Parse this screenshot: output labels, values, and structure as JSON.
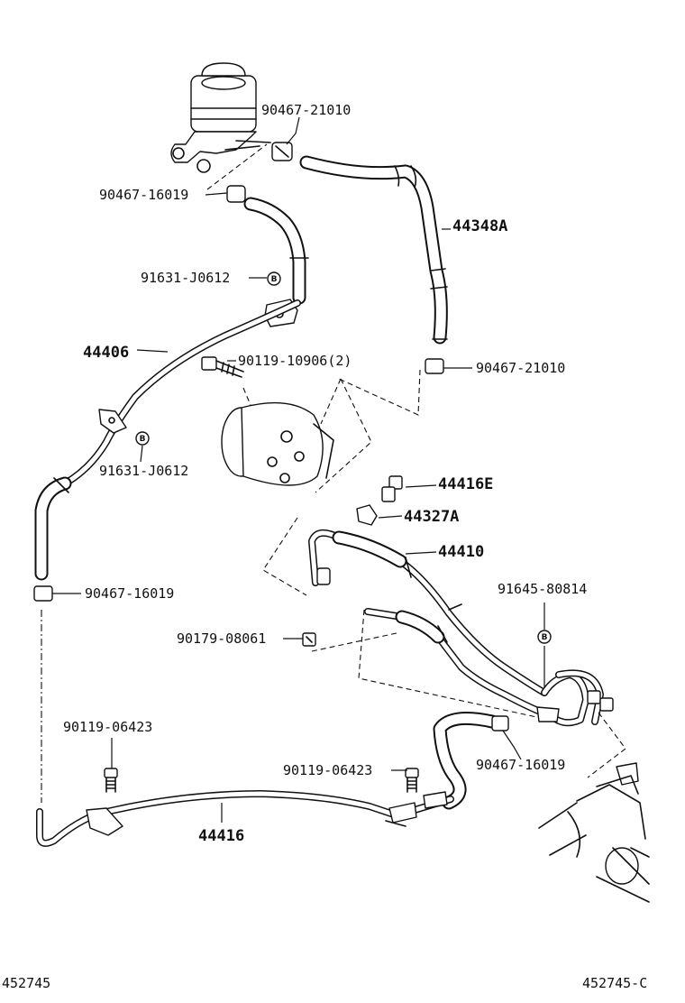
{
  "callouts": {
    "c1": "90467-21010",
    "c2": "90467-16019",
    "c3": "44348A",
    "c4": "91631-J0612",
    "c5": "44406",
    "c6": "90119-10906(2)",
    "c7": "90467-21010",
    "c8": "91631-J0612",
    "c9": "44416E",
    "c10": "44327A",
    "c11": "44410",
    "c12": "91645-80814",
    "c13": "90467-16019",
    "c14": "90179-08061",
    "c15": "90119-06423",
    "c16": "90119-06423",
    "c17": "90467-16019",
    "c18": "44416"
  },
  "badges": {
    "b1": "B",
    "b2": "B",
    "b3": "B"
  },
  "footer": {
    "left_code": "452745",
    "right_code": "452745-C"
  }
}
